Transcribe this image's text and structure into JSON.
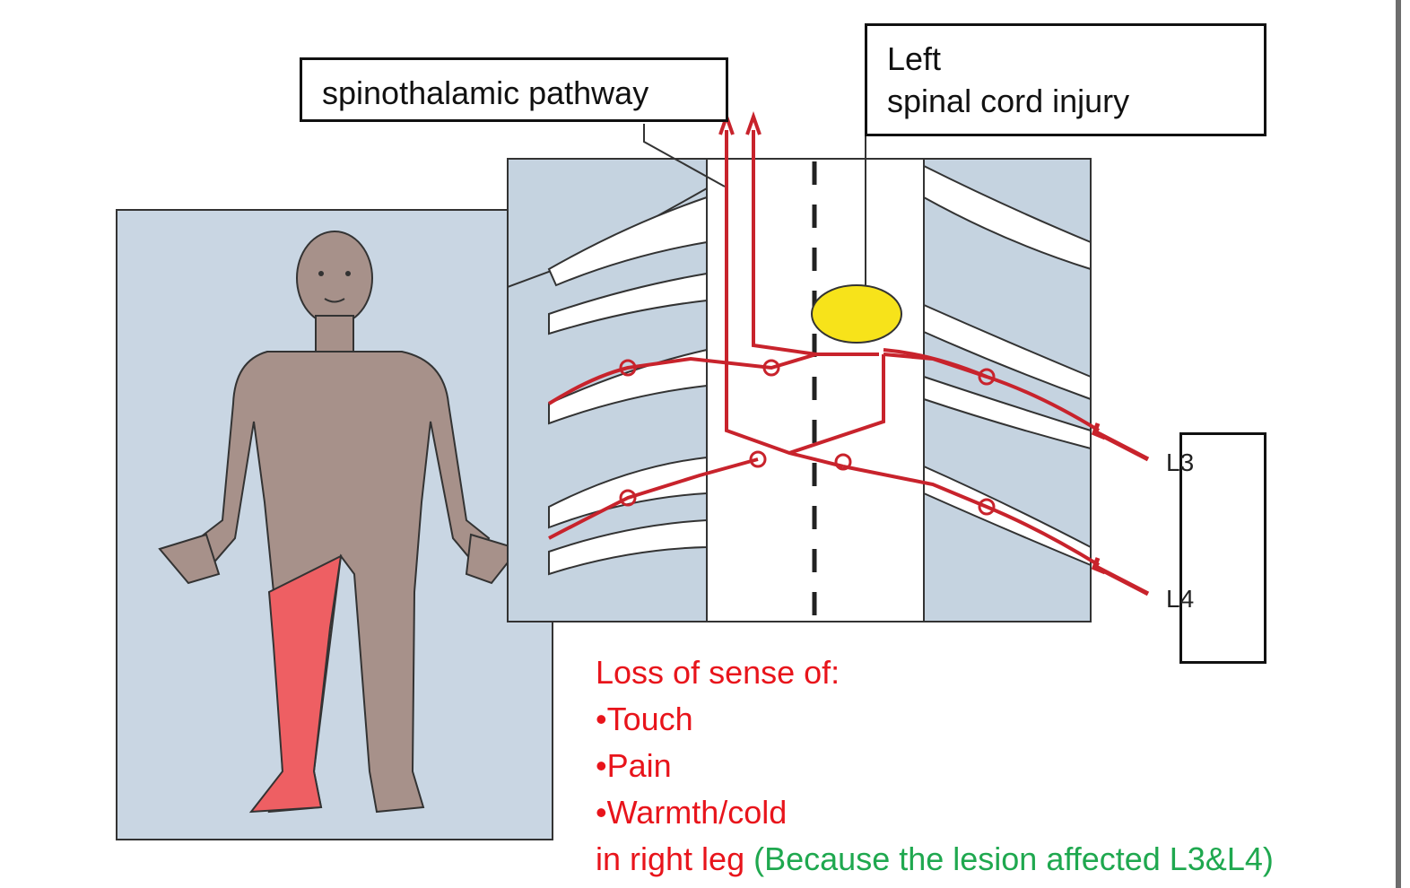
{
  "labels": {
    "pathway": "spinothalamic pathway",
    "injury_line1": "Left",
    "injury_line2": "spinal cord injury",
    "level_l3": "L3",
    "level_l4": "L4"
  },
  "symptoms": {
    "heading": "Loss of sense of:",
    "items": [
      "•Touch",
      "•Pain",
      "•Warmth/cold"
    ],
    "location": "in right leg",
    "reason": "(Because the lesion affected L3&L4)"
  },
  "colors": {
    "nerve": "#c8232c",
    "lesion": "#f7e31a",
    "affected_area": "#ee5f63",
    "skin": "#a7918a",
    "vertebra": "#c5d3e0",
    "background_panel": "#c9d6e3",
    "text_red": "#e8141b",
    "text_green": "#1fa84f"
  }
}
